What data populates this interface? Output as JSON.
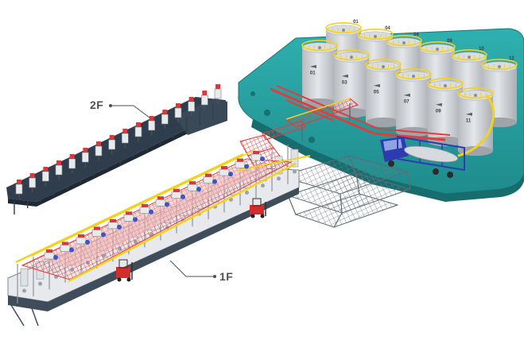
{
  "labels": {
    "floor_2": "2F",
    "floor_1": "1F"
  },
  "tank_top_labels": [
    "01",
    "04",
    "04",
    "08",
    "10",
    "12"
  ],
  "tank_body_labels": [
    "01",
    "03",
    "05",
    "07",
    "09",
    "11"
  ],
  "colors": {
    "platform": "#2aa3a3",
    "platform_dark": "#1b7f80",
    "tank": "#c9ccd0",
    "tank_top": "#dadde0",
    "railing": "#f2d21c",
    "pipe": "#e43b3b",
    "truck_cab": "#2e3bb0",
    "mezzanine": "#2f3d4c",
    "frame": "#5c6b78",
    "forklift": "#d42c2c"
  }
}
